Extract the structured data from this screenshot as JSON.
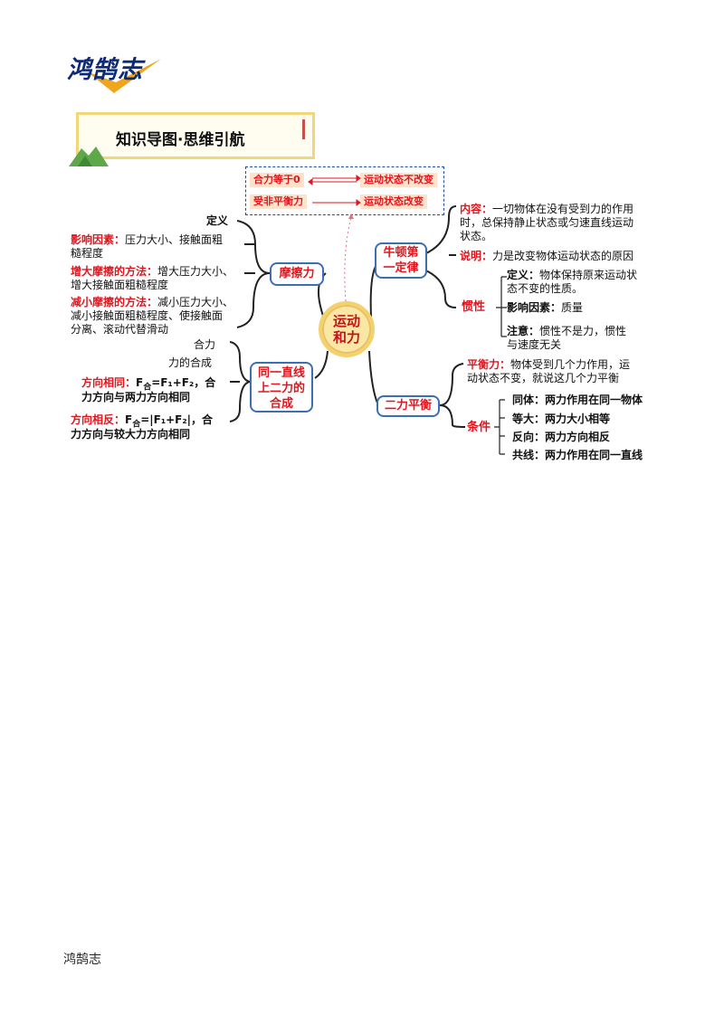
{
  "logo": {
    "text": "鸿鹄志"
  },
  "banner": {
    "title": "知识导图·思维引航"
  },
  "top_box": {
    "left1": "合力等于0",
    "right1": "运动状态不改变",
    "left2": "受非平衡力",
    "right2": "运动状态改变"
  },
  "center": {
    "line1": "运动",
    "line2": "和力"
  },
  "friction": {
    "node": "摩擦力",
    "definition": "定义",
    "factors_label": "影响因素：",
    "factors_text1": "压力大小、接触面粗",
    "factors_text2": "糙程度",
    "increase_label": "增大摩擦的方法：",
    "increase_text1": "增大压力大小、",
    "increase_text2": "增大接触面粗糙程度",
    "reduce_label": "减小摩擦的方法：",
    "reduce_text1": "减小压力大小、",
    "reduce_text2": "减小接触面粗糙程度、使接触面",
    "reduce_text3": "分离、滚动代替滑动"
  },
  "resultant": {
    "node_line1": "同一直线",
    "node_line2": "上二力的",
    "node_line3": "合成",
    "item1": "合力",
    "item2": "力的合成",
    "same_label": "方向相同：",
    "same_formula_pre": "F",
    "same_formula_sub": "合",
    "same_formula_rest": "=F₁+F₂，合",
    "same_text2": "力方向与两力方向相同",
    "opp_label": "方向相反：",
    "opp_formula_pre": "F",
    "opp_formula_sub": "合",
    "opp_formula_rest": "=|F₁+F₂|，合",
    "opp_text2": "力方向与较大力方向相同"
  },
  "newton": {
    "node_line1": "牛顿第",
    "node_line2": "一定律",
    "content_label": "内容：",
    "content_text1": "一切物体在没有受到力的作用",
    "content_text2": "时，总保持静止状态或匀速直线运动",
    "content_text3": "状态。",
    "note_label": "说明：",
    "note_text": "力是改变物体运动状态的原因",
    "inertia_label": "惯性",
    "inertia_def_label": "定义：",
    "inertia_def_text1": "物体保持原来运动状",
    "inertia_def_text2": "态不变的性质。",
    "inertia_factor_label": "影响因素：",
    "inertia_factor_text": "质量",
    "inertia_note_label": "注意：",
    "inertia_note_text1": "惯性不是力，惯性",
    "inertia_note_text2": "与速度无关"
  },
  "balance": {
    "node": "二力平衡",
    "def_label": "平衡力：",
    "def_text1": "物体受到几个力作用，运",
    "def_text2": "动状态不变，就说这几个力平衡",
    "cond_label": "条件",
    "c1_label": "同体：",
    "c1_text": "两力作用在同一物体",
    "c2_label": "等大：",
    "c2_text": "两力大小相等",
    "c3_label": "反向：",
    "c3_text": "两力方向相反",
    "c4_label": "共线：",
    "c4_text": "两力作用在同一直线"
  },
  "footer": {
    "text": "鸿鹄志"
  }
}
